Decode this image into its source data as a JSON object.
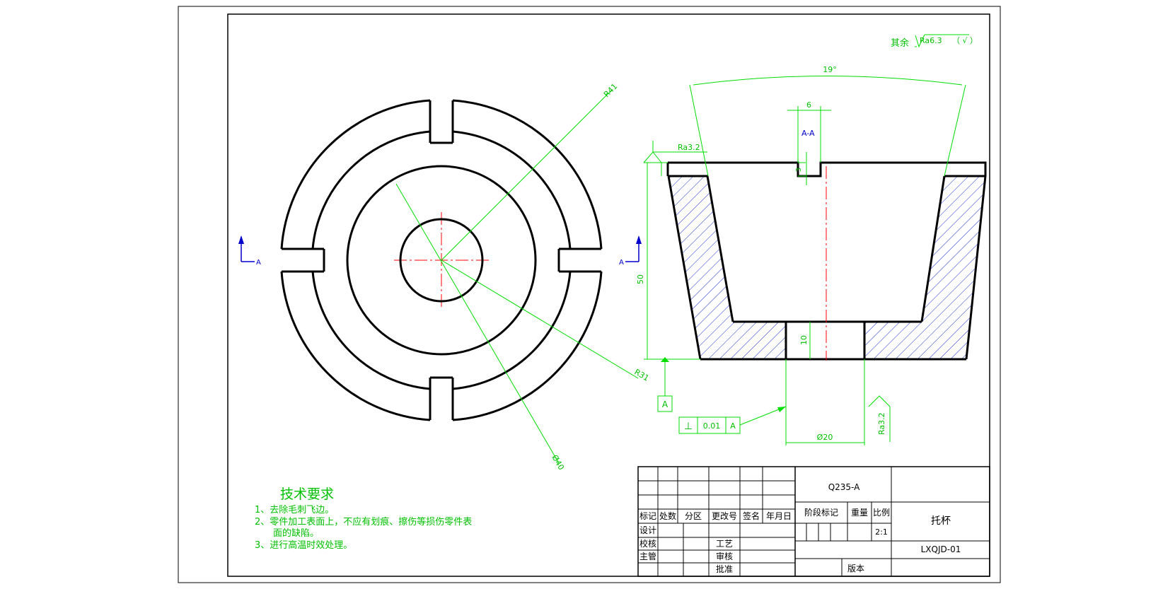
{
  "drawing": {
    "dims": {
      "r41": "R41",
      "r31": "R31",
      "d40": "Ø40",
      "angle": "19°",
      "slot_w": "6",
      "slot_d": "3",
      "height": "50",
      "hole_h": "10",
      "hole_d": "Ø20"
    },
    "section_label": "A-A",
    "section_mark": "A",
    "datum": "A",
    "roughness_top": "Ra3.2",
    "roughness_side": "Ra3.2",
    "roughness_rest": "其余",
    "roughness_rest_value": "Ra6.3",
    "roughness_rest_paren": "（ √ ）",
    "tolerance": {
      "symbol": "⊥",
      "value": "0.01",
      "datum": "A"
    }
  },
  "notes": {
    "title": "技术要求",
    "lines": [
      "1、去除毛刺飞边。",
      "2、零件加工表面上，不应有划痕、擦伤等损伤零件表",
      "面的缺陷。",
      "3、进行高温时效处理。"
    ]
  },
  "title_block": {
    "material": "Q235-A",
    "part_name": "托杯",
    "drawing_no": "LXQJD-01",
    "scale": "2:1",
    "headers": [
      "标记",
      "处数",
      "分区",
      "更改号",
      "签名",
      "年月日"
    ],
    "stage_mark": "阶段标记",
    "weight": "重量",
    "scale_label": "比例",
    "design": "设计",
    "check": "校核",
    "manager": "主管",
    "process": "工艺",
    "review": "审核",
    "approve": "批准",
    "version": "版本"
  }
}
